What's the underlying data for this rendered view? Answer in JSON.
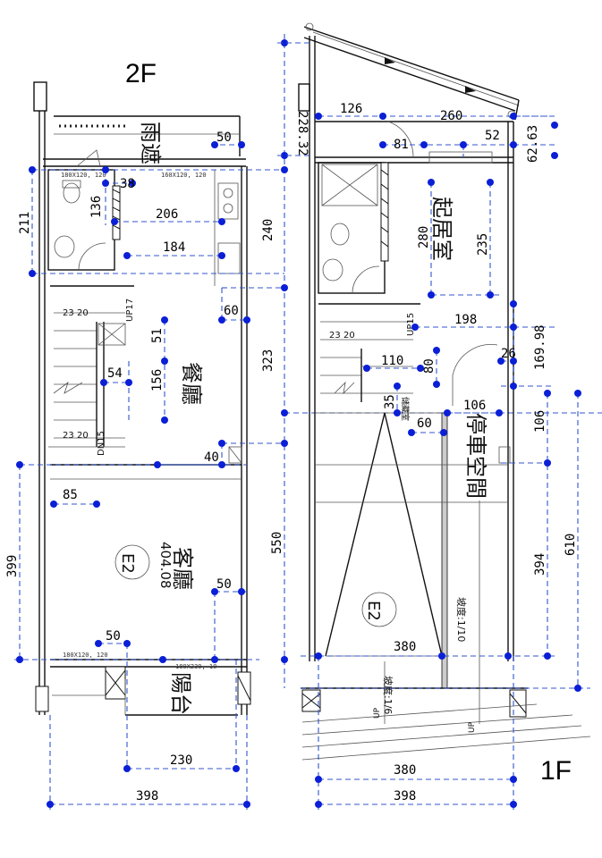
{
  "floors": {
    "upper": "2F",
    "lower": "1F"
  },
  "rooms": {
    "awning": "雨遮",
    "dining": "餐廳",
    "living": "客廳",
    "balcony": "陽台",
    "bedroom": "起居室",
    "parking": "停車空間",
    "bath_2f": "E2",
    "ramp_1f": "E2"
  },
  "notes": {
    "living_area": "404.08",
    "ramp_slope_main": "坡度:1/10",
    "ramp_slope_front": "坡度:1/6",
    "stair_up_2f": "UP17",
    "stair_dn_2f": "DN15",
    "stair_up_1f": "UP15",
    "storage_1f": "儲藏室",
    "window_2f_a": "180X120, 120",
    "window_2f_b": "160X120, 120",
    "window_2f_c": "180X120, 120",
    "window_2f_d": "180X230, 10",
    "up_a": "UP",
    "up_b": "UP"
  },
  "dims_2f": {
    "d50_top": "50",
    "d38": "38",
    "d136": "136",
    "d211": "211",
    "d206": "206",
    "d240": "240",
    "d184": "184",
    "d60": "60",
    "d51": "51",
    "d54": "54",
    "d156": "156",
    "d323": "323",
    "d40": "40",
    "d85": "85",
    "d399": "399",
    "d550": "550",
    "d50_mid": "50",
    "d50_bottom": "50",
    "d230": "230",
    "d398": "398",
    "stair_23_top": "23",
    "stair_20_top": "20",
    "stair_23_bot": "23",
    "stair_20_bot": "20"
  },
  "dims_1f": {
    "d228": "228.32",
    "d126": "126",
    "d260": "260",
    "d81": "81",
    "d52": "52",
    "d62": "62.63",
    "d280": "280",
    "d235": "235",
    "d198": "198",
    "d169": "169.98",
    "d110": "110",
    "d80": "80",
    "d26": "26",
    "d35": "35",
    "d106_h": "106",
    "d60": "60",
    "d106_v": "106",
    "d394": "394",
    "d610": "610",
    "d380_mid": "380",
    "d380_bot": "380",
    "d398": "398",
    "stair_23": "23",
    "stair_20": "20"
  }
}
